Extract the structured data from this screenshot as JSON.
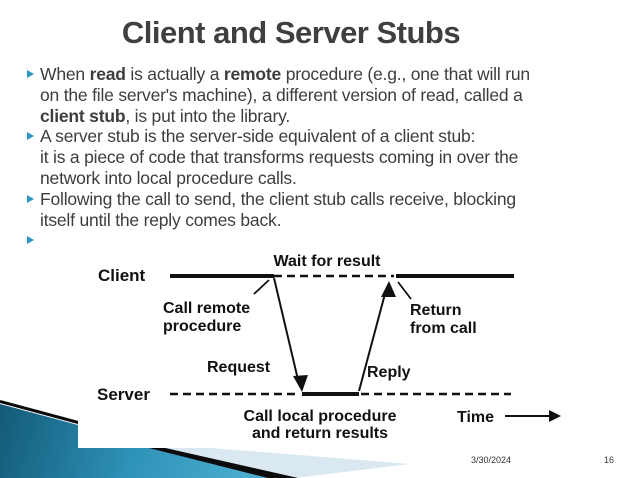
{
  "slide": {
    "title": "Client and Server Stubs",
    "bullets": [
      {
        "lines": [
          [
            {
              "t": "When ",
              "b": false
            },
            {
              "t": "read",
              "b": true
            },
            {
              "t": " is actually a ",
              "b": false
            },
            {
              "t": "remote",
              "b": true
            },
            {
              "t": " procedure (e.g., one that will run",
              "b": false
            }
          ],
          [
            {
              "t": "on the file server's machine), a different version of read, called a",
              "b": false
            }
          ],
          [
            {
              "t": "client stub",
              "b": true
            },
            {
              "t": ", is put into the library.",
              "b": false
            }
          ]
        ]
      },
      {
        "lines": [
          [
            {
              "t": "A server stub is the server-side equivalent of a client stub:",
              "b": false
            }
          ],
          [
            {
              "t": "it is a piece of code that transforms requests coming in over the",
              "b": false
            }
          ],
          [
            {
              "t": "network into local procedure calls.",
              "b": false
            }
          ]
        ]
      },
      {
        "lines": [
          [
            {
              "t": "Following the call to send, the client stub calls receive, blocking",
              "b": false
            }
          ],
          [
            {
              "t": "itself until the reply comes back.",
              "b": false
            }
          ]
        ]
      },
      {
        "lines": []
      }
    ],
    "diagram": {
      "labels": {
        "wait_for_result": "Wait for result",
        "client": "Client",
        "server": "Server",
        "call_remote_line1": "Call remote",
        "call_remote_line2": "procedure",
        "return_line1": "Return",
        "return_line2": "from call",
        "request": "Request",
        "reply": "Reply",
        "call_local_line1": "Call local procedure",
        "call_local_line2": "and return results",
        "time": "Time"
      }
    },
    "footer": {
      "date": "3/30/2024",
      "page_number": "16"
    },
    "colors": {
      "accent_bullet_teal": "#2e96c2",
      "title_text": "#3f3f3f",
      "body_text": "#3d3d3d",
      "diagram_ink": "#111111",
      "decoration_teal_dark": "#135a78",
      "decoration_teal_mid": "#2e91b6",
      "decoration_teal_light": "#4fb2d4",
      "decoration_pale_blue": "#d9e8f1",
      "decoration_black": "#0b0b0b"
    }
  }
}
